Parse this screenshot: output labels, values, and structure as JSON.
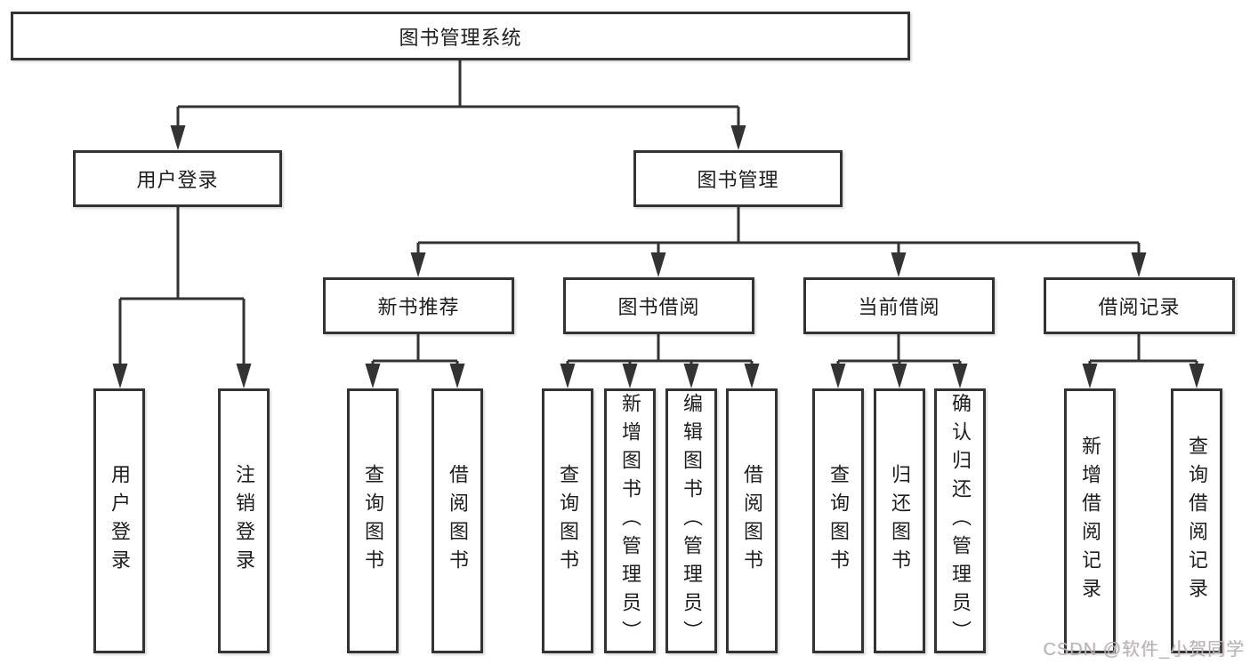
{
  "tree": {
    "root": "图书管理系统",
    "level2": [
      {
        "label": "用户登录"
      },
      {
        "label": "图书管理"
      }
    ],
    "level3": [
      {
        "label": "新书推荐"
      },
      {
        "label": "图书借阅"
      },
      {
        "label": "当前借阅"
      },
      {
        "label": "借阅记录"
      }
    ],
    "leaves": {
      "user": [
        "用户登录",
        "注销登录"
      ],
      "newbook": [
        "查询图书",
        "借阅图书"
      ],
      "borrow": [
        "查询图书",
        "新增图书（管理员）",
        "编辑图书（管理员）",
        "借阅图书"
      ],
      "current": [
        "查询图书",
        "归还图书",
        "确认归还（管理员）"
      ],
      "records": [
        "新增借阅记录",
        "查询借阅记录"
      ]
    }
  },
  "watermark": {
    "text": "CSDN @软件_小贺同学"
  },
  "colors": {
    "line": "#333333",
    "box_border": "#333333",
    "box_fill": "#ffffff",
    "text": "#1e1e1e",
    "watermark": "#b5b5b8",
    "background": "#ffffff"
  }
}
